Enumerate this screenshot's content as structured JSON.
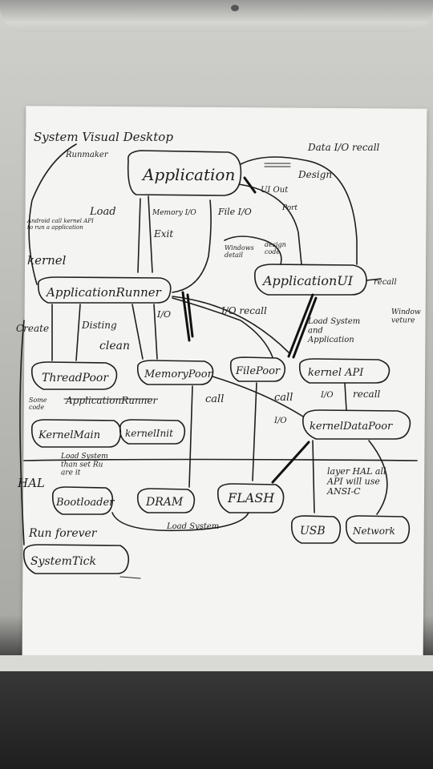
{
  "nodes": {
    "application": "Application",
    "application_runner": "ApplicationRunner",
    "application_ui": "ApplicationUI",
    "thread_pool": "ThreadPoor",
    "memory_pool": "MemoryPoor",
    "file_pool": "FilePoor",
    "kernel_api": "kernel API",
    "kernel_data_pool": "kernelDataPoor",
    "kernel_main": "KernelMain",
    "kernel_init": "kernelInit",
    "bootloader": "Bootloader",
    "dram": "DRAM",
    "flash": "FLASH",
    "usb": "USB",
    "network": "Network",
    "system_tick": "SystemTick"
  },
  "labels": {
    "system_visual_desktop": "System Visual Desktop",
    "runmaker": "Runmaker",
    "data_io_recall": "Data I/O recall",
    "design": "Design",
    "ui_out": "UI Out",
    "port": "Port",
    "memory_io": "Memory I/O",
    "exit": "Exit",
    "file_io": "File I/O",
    "load": "Load",
    "load_desc": "Android call kernel API to run a application",
    "windows_detail": "Windows detail",
    "design_code": "design code",
    "kernel": "kernel",
    "recall_right": "recall",
    "io_recall": "I/O recall",
    "io": "I/O",
    "create": "Create",
    "disting": "Disting",
    "clean": "clean",
    "load_system_app": "Load System and Application",
    "window_veture": "Window veture",
    "call_left": "call",
    "call_right": "call",
    "io_kernel": "I/O",
    "recall_kernel": "recall",
    "io_datapool": "I/O",
    "some_code": "Some code",
    "crossed_runner": "ApplicationRunner",
    "load_system_then": "Load System than set Ru are it",
    "hal": "HAL",
    "layer_hal": "layer HAL all API will use ANSI-C",
    "run_forever": "Run forever",
    "load_system_bottom": "Load System"
  }
}
